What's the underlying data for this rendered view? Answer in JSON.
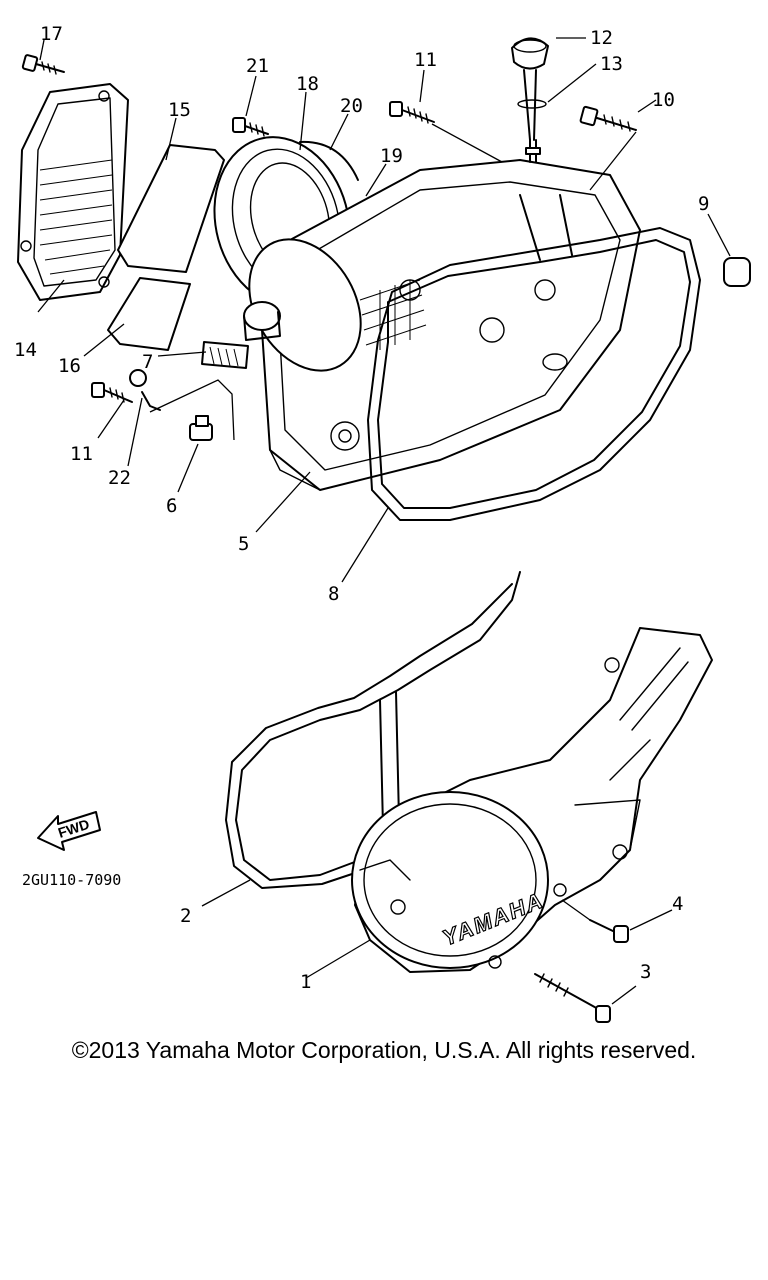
{
  "diagram": {
    "part_code": "2GU110-7090",
    "fwd_label": "FWD",
    "logo_text": "YAMAHA",
    "parts": [
      {
        "number": "1"
      },
      {
        "number": "2"
      },
      {
        "number": "3"
      },
      {
        "number": "4"
      },
      {
        "number": "5"
      },
      {
        "number": "6"
      },
      {
        "number": "7"
      },
      {
        "number": "8"
      },
      {
        "number": "9"
      },
      {
        "number": "10"
      },
      {
        "number": "11"
      },
      {
        "number": "12"
      },
      {
        "number": "13"
      },
      {
        "number": "14"
      },
      {
        "number": "15"
      },
      {
        "number": "16"
      },
      {
        "number": "17"
      },
      {
        "number": "18"
      },
      {
        "number": "19"
      },
      {
        "number": "20"
      },
      {
        "number": "21"
      },
      {
        "number": "22"
      }
    ]
  },
  "footer": {
    "copyright": "©2013 Yamaha Motor Corporation, U.S.A. All rights reserved."
  }
}
